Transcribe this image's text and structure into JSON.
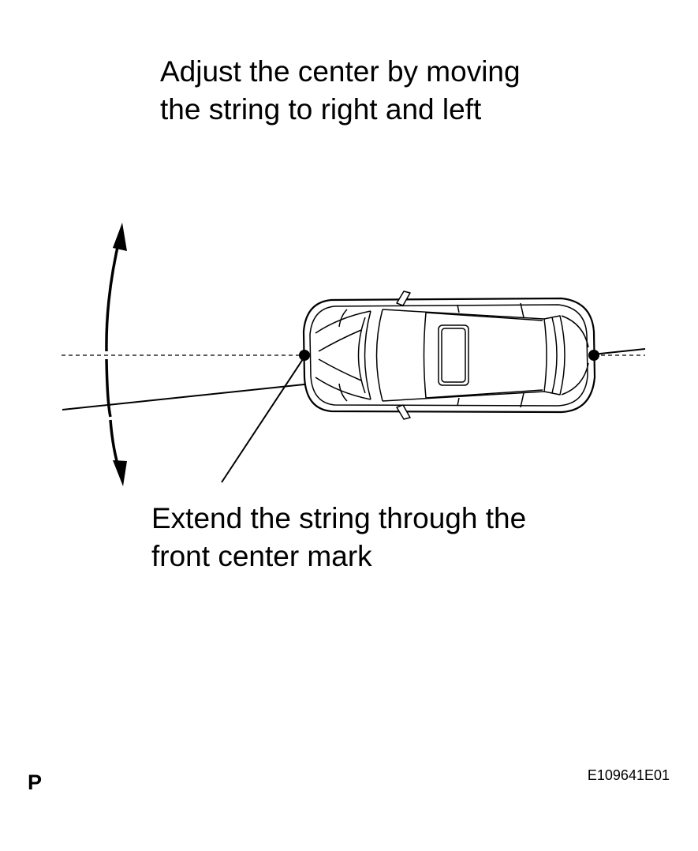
{
  "instructions": {
    "top_line_1": "Adjust the center by moving",
    "top_line_2": "the string to right and left",
    "bottom_line_1": "Extend the string through the",
    "bottom_line_2": "front center mark"
  },
  "corner_label": "P",
  "figure_id": "E109641E01",
  "icons": {
    "adjust_arrows": "curved-double-arrow-icon",
    "vehicle": "car-top-view-icon",
    "marks": "center-mark-dot-icon"
  },
  "colors": {
    "ink": "#000000",
    "background": "#ffffff"
  }
}
